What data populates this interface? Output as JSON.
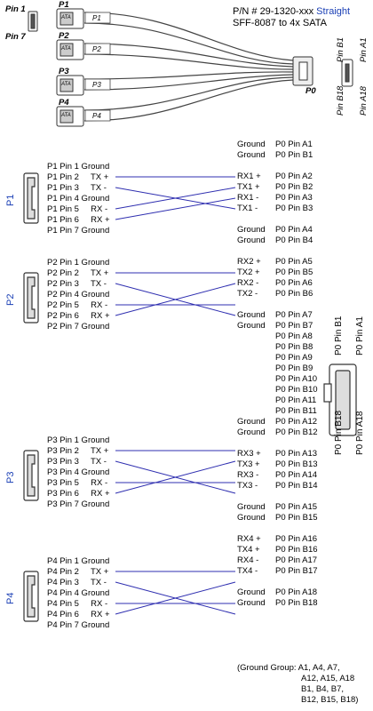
{
  "header": {
    "part_number": "P/N # 29-1320-xxx",
    "variant": "Straight",
    "description": "SFF-8087 to 4x SATA"
  },
  "cable_labels": {
    "pin1": "Pin 1",
    "pin7": "Pin 7",
    "p1": "P1",
    "p2": "P2",
    "p3": "P3",
    "p4": "P4",
    "p0": "P0",
    "pinB1": "Pin B1",
    "pinA1": "Pin A1",
    "pinB18": "Pin B18",
    "pinA18": "Pin A18",
    "sata_logo": "ATA"
  },
  "port_names": {
    "p1": "P1",
    "p2": "P2",
    "p3": "P3",
    "p4": "P4"
  },
  "groups": [
    {
      "left": [
        "P1 Pin 1 Ground",
        "P1 Pin 2     TX +",
        "P1 Pin 3     TX -",
        "P1 Pin 4 Ground",
        "P1 Pin 5     RX -",
        "P1 Pin 6     RX +",
        "P1 Pin 7 Ground"
      ]
    },
    {
      "left": [
        "P2 Pin 1 Ground",
        "P2 Pin 2     TX +",
        "P2 Pin 3     TX -",
        "P2 Pin 4 Ground",
        "P2 Pin 5     RX -",
        "P2 Pin 6     RX +",
        "P2 Pin 7 Ground"
      ]
    },
    {
      "left": [
        "P3 Pin 1 Ground",
        "P3 Pin 2     TX +",
        "P3 Pin 3     TX -",
        "P3 Pin 4 Ground",
        "P3 Pin 5     RX -",
        "P3 Pin 6     RX +",
        "P3 Pin 7 Ground"
      ]
    },
    {
      "left": [
        "P4 Pin 1 Ground",
        "P4 Pin 2     TX +",
        "P4 Pin 3     TX -",
        "P4 Pin 4 Ground",
        "P4 Pin 5     RX -",
        "P4 Pin 6     RX +",
        "P4 Pin 7 Ground"
      ]
    }
  ],
  "right_rows": [
    [
      "Ground",
      "P0 Pin A1"
    ],
    [
      "Ground",
      "P0 Pin B1"
    ],
    [
      "RX1 +",
      "P0 Pin A2"
    ],
    [
      "TX1 +",
      "P0 Pin B2"
    ],
    [
      "RX1 -",
      "P0 Pin A3"
    ],
    [
      "TX1 -",
      "P0 Pin B3"
    ],
    [
      "Ground",
      "P0 Pin A4"
    ],
    [
      "Ground",
      "P0 Pin B4"
    ],
    [
      "RX2 +",
      "P0 Pin A5"
    ],
    [
      "TX2 +",
      "P0 Pin B5"
    ],
    [
      "RX2 -",
      "P0 Pin A6"
    ],
    [
      "TX2 -",
      "P0 Pin B6"
    ],
    [
      "Ground",
      "P0 Pin A7"
    ],
    [
      "Ground",
      "P0 Pin B7"
    ],
    [
      "",
      "P0 Pin A8"
    ],
    [
      "",
      "P0 Pin B8"
    ],
    [
      "",
      "P0 Pin A9"
    ],
    [
      "",
      "P0 Pin B9"
    ],
    [
      "",
      "P0 Pin A10"
    ],
    [
      "",
      "P0 Pin B10"
    ],
    [
      "",
      "P0 Pin A11"
    ],
    [
      "",
      "P0 Pin B11"
    ],
    [
      "Ground",
      "P0 Pin A12"
    ],
    [
      "Ground",
      "P0 Pin B12"
    ],
    [
      "RX3 +",
      "P0 Pin A13"
    ],
    [
      "TX3 +",
      "P0 Pin B13"
    ],
    [
      "RX3 -",
      "P0 Pin A14"
    ],
    [
      "TX3 -",
      "P0 Pin B14"
    ],
    [
      "Ground",
      "P0 Pin A15"
    ],
    [
      "Ground",
      "P0 Pin B15"
    ],
    [
      "RX4 +",
      "P0 Pin A16"
    ],
    [
      "TX4 +",
      "P0 Pin B16"
    ],
    [
      "RX4 -",
      "P0 Pin A17"
    ],
    [
      "TX4 -",
      "P0 Pin B17"
    ],
    [
      "Ground",
      "P0 Pin A18"
    ],
    [
      "Ground",
      "P0 Pin B18"
    ]
  ],
  "p0_side_labels": {
    "b1": "P0 Pin B1",
    "a1": "P0 Pin A1",
    "b18": "P0 Pin B18",
    "a18": "P0 Pin A18"
  },
  "ground_group": [
    "(Ground Group: A1,   A4,   A7,",
    "A12, A15, A18",
    "B1,   B4,   B7,",
    "B12, B15, B18)"
  ],
  "colors": {
    "wire": "#2f2fb0",
    "label_blue": "#1a3fb5"
  }
}
